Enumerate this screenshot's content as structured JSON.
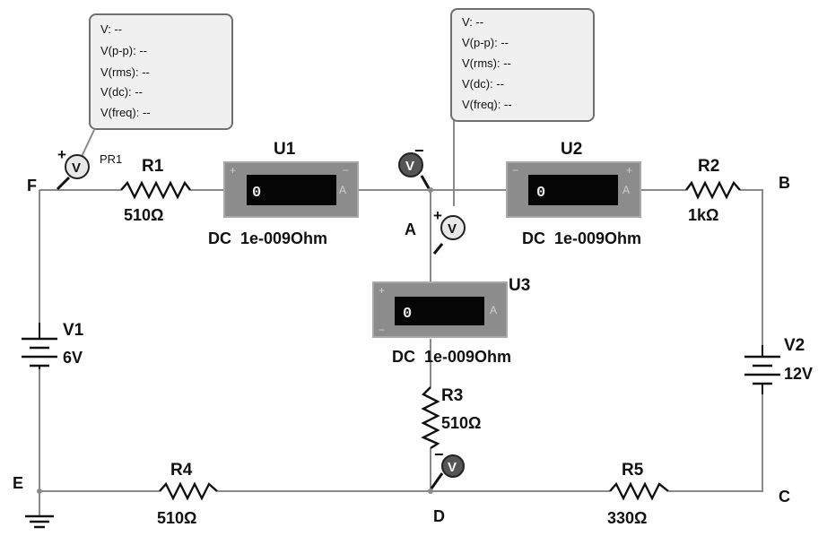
{
  "nodes": {
    "A": "A",
    "B": "B",
    "C": "C",
    "D": "D",
    "E": "E",
    "F": "F"
  },
  "resistors": {
    "r1": {
      "name": "R1",
      "value": "510Ω"
    },
    "r2": {
      "name": "R2",
      "value": "1kΩ"
    },
    "r3": {
      "name": "R3",
      "value": "510Ω"
    },
    "r4": {
      "name": "R4",
      "value": "510Ω"
    },
    "r5": {
      "name": "R5",
      "value": "330Ω"
    }
  },
  "sources": {
    "v1": {
      "name": "V1",
      "value": "6V"
    },
    "v2": {
      "name": "V2",
      "value": "12V"
    }
  },
  "ammeters": {
    "u1": {
      "name": "U1",
      "reading": "0",
      "unit": "A",
      "mode": "DC  1e-009Ohm"
    },
    "u2": {
      "name": "U2",
      "reading": "0",
      "unit": "A",
      "mode": "DC  1e-009Ohm"
    },
    "u3": {
      "name": "U3",
      "reading": "0",
      "unit": "A",
      "mode": "DC  1e-009Ohm"
    }
  },
  "meter_terminals": {
    "plus": "+",
    "minus": "−"
  },
  "probe_f": {
    "name": "PR1",
    "lines": [
      "V: --",
      "V(p-p): --",
      "V(rms): --",
      "V(dc): --",
      "V(freq): --"
    ]
  },
  "probe_a": {
    "lines": [
      "V: --",
      "V(p-p): --",
      "V(rms): --",
      "V(dc): --",
      "V(freq): --"
    ]
  },
  "probe_symbol": "V",
  "probe_signs": {
    "plus": "+",
    "minus": "−"
  }
}
